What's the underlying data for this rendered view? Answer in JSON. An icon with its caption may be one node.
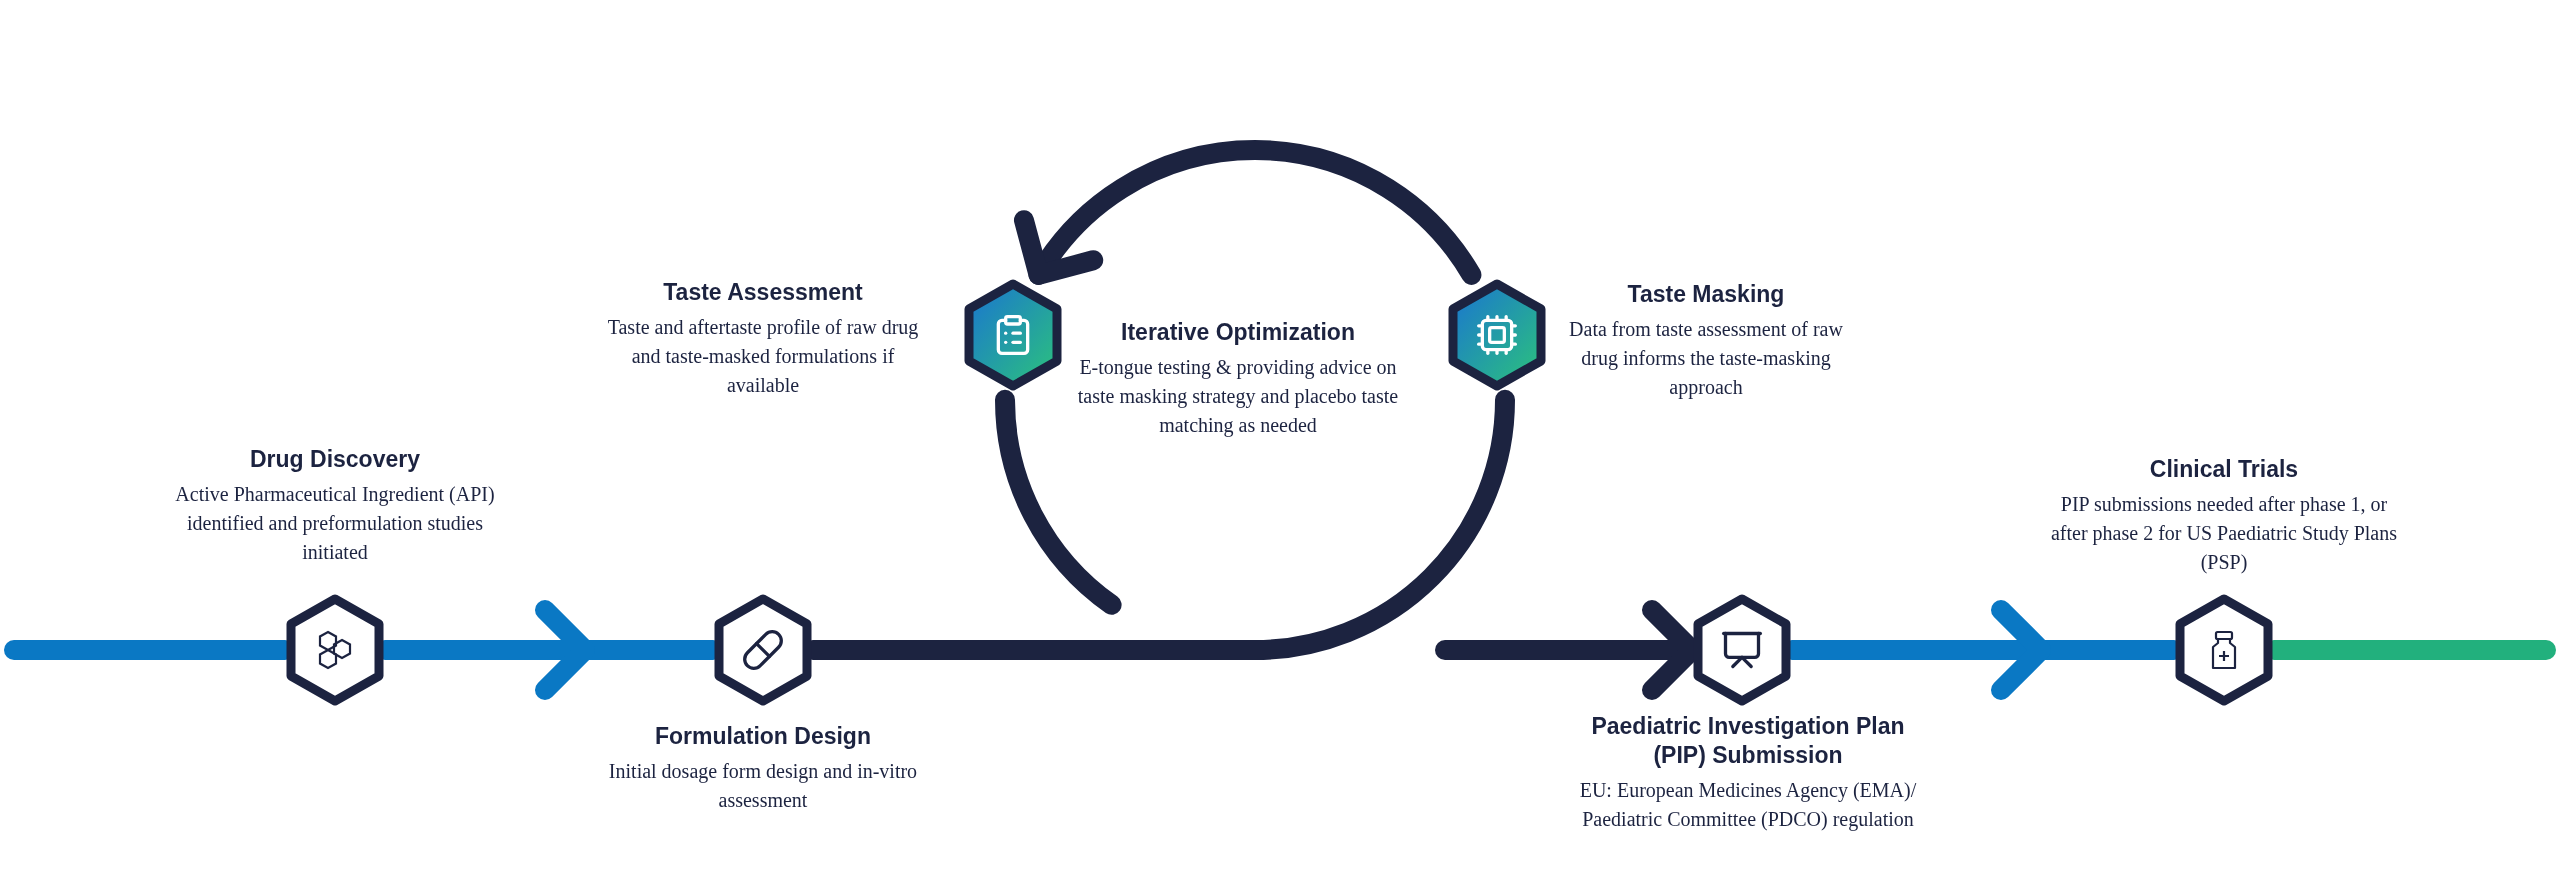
{
  "diagram": {
    "nodes": [
      {
        "text": [
          "Drug Discovery",
          "Active Pharmaceutical Ingredient (API) identified and preformulation studies initiated"
        ]
      },
      {
        "text": [
          "Formulation Design",
          "Initial dosage form design and in-vitro assessment"
        ]
      },
      {
        "text": [
          "Taste Assessment",
          "Taste and aftertaste profile of raw drug and taste-masked formulations if available"
        ]
      },
      {
        "text": [
          "Iterative Optimization",
          "E-tongue testing & providing advice on taste masking strategy and placebo taste matching as needed"
        ]
      },
      {
        "text": [
          "Taste Masking",
          "Data from taste assessment of raw drug informs the taste-masking approach"
        ]
      },
      {
        "text": [
          "Paediatric Investigation Plan (PIP) Submission",
          "EU: European Medicines Agency (EMA)/ Paediatric Committee (PDCO) regulation"
        ]
      },
      {
        "text": [
          "Clinical Trials",
          "PIP submissions needed after phase 1, or after phase 2 for US Paediatric Study Plans (PSP)"
        ]
      }
    ],
    "edges": [
      {
        "from": null,
        "to": 0,
        "arrow": "none",
        "color": "#0a78c4"
      },
      {
        "from": 0,
        "to": 1,
        "arrow": "to",
        "color": "#0a78c4"
      },
      {
        "from": 1,
        "to": 4,
        "arrow": "none"
      },
      {
        "from": 4,
        "to": 2,
        "arrow": "to"
      },
      {
        "from": 2,
        "to": null,
        "arrow": "none"
      },
      {
        "from": null,
        "to": 5,
        "arrow": "to"
      },
      {
        "from": 5,
        "to": 6,
        "arrow": "to",
        "color": "#0a78c4"
      },
      {
        "from": 6,
        "to": null,
        "arrow": "none",
        "color": "#22b07d"
      }
    ]
  }
}
